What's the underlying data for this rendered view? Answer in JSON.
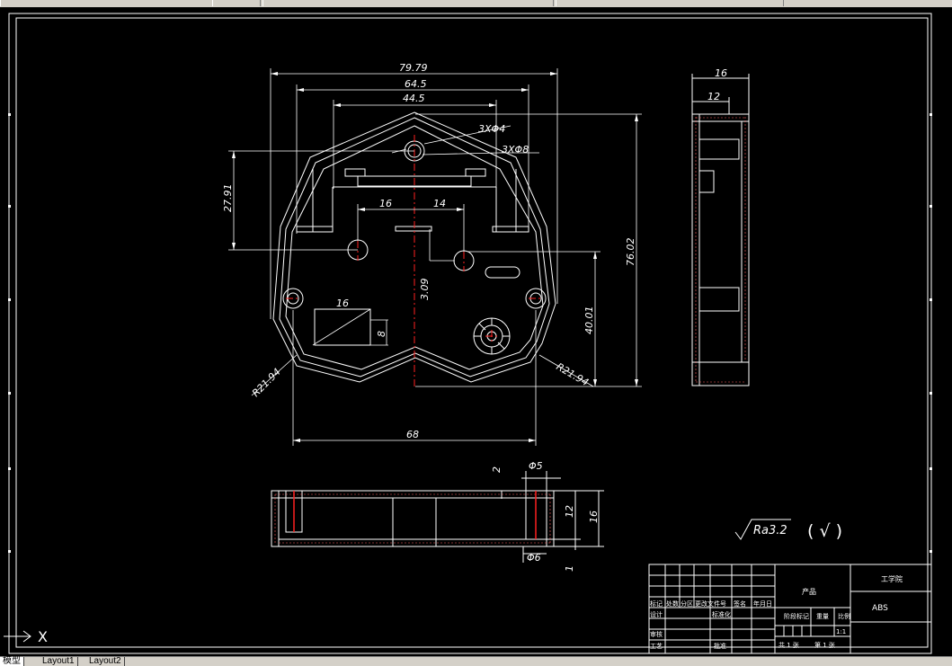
{
  "drawing": {
    "dimensions": {
      "top_overall": "79.79",
      "top_mid": "64.5",
      "top_inner": "44.5",
      "hole_small": "3XΦ4",
      "hole_large": "3XΦ8",
      "left_height": "27.91",
      "center_left": "16",
      "center_right": "14",
      "center_vertical": "3.09",
      "slot_width": "16",
      "slot_height": "8",
      "right_height": "76.02",
      "right_lower": "40.01",
      "radius_left": "R21.94",
      "radius_right": "R21.94",
      "bottom_width": "68",
      "side_total": "16",
      "side_inner": "12",
      "section_wall": "2",
      "section_dia_top": "Φ5",
      "section_dia_bottom": "Φ6",
      "section_h_inner": "12",
      "section_h_total": "16",
      "section_bottom": "1"
    },
    "roughness": "Ra3.2",
    "check_mark": "( √ )"
  },
  "title_block": {
    "product_label": "产品",
    "school": "工学院",
    "material": "ABS",
    "header_cols": [
      "标记",
      "处数",
      "分区",
      "更改文件号",
      "签名",
      "年月日"
    ],
    "design": "设计",
    "standardize": "标准化",
    "review": "审核",
    "process": "工艺",
    "approve": "批准",
    "stage_mark": "阶段标记",
    "weight": "重量",
    "scale": "比例",
    "scale_value": "1:1",
    "total_sheets": "共 1 张",
    "sheet_no": "第 1 张"
  },
  "tabs": [
    {
      "label": "模型"
    },
    {
      "label": "Layout1"
    },
    {
      "label": "Layout2"
    }
  ],
  "ucs": {
    "x_label": "X"
  }
}
